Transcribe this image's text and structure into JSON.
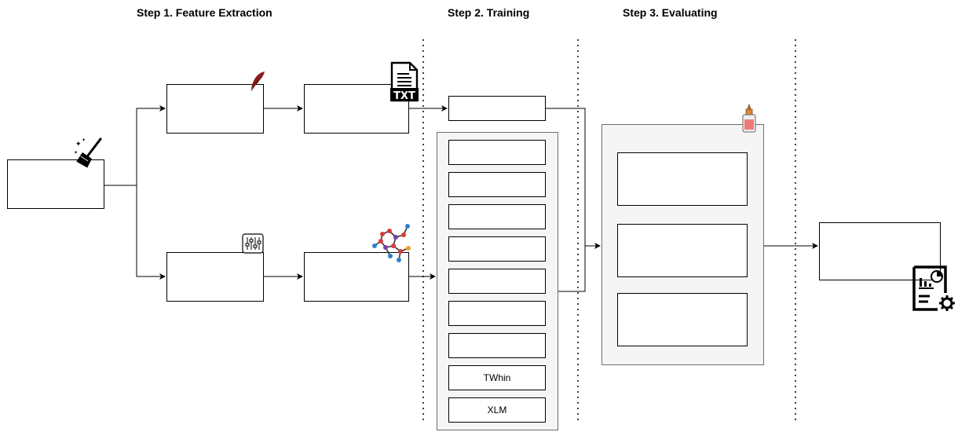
{
  "steps": {
    "step1": "Step 1. Feature Extraction",
    "step2": "Step 2. Training",
    "step3": "Step 3. Evaluating"
  },
  "training_models": [
    "",
    "",
    "",
    "",
    "",
    "",
    "",
    "TWhin",
    "XLM"
  ],
  "icons": {
    "cleaning": "broom-icon",
    "text_feature": "quill-icon",
    "text_file": "txt-file-icon",
    "settings": "equalizer-icon",
    "graph": "molecule-graph-icon",
    "glue": "glue-bottle-icon",
    "report": "report-settings-icon"
  },
  "colors": {
    "panel_fill": "#f5f5f5",
    "panel_border": "#6e6e6e",
    "quill": "#8b1a1a",
    "glue_cap": "#c0702c",
    "glue_body": "#f07a7a"
  }
}
